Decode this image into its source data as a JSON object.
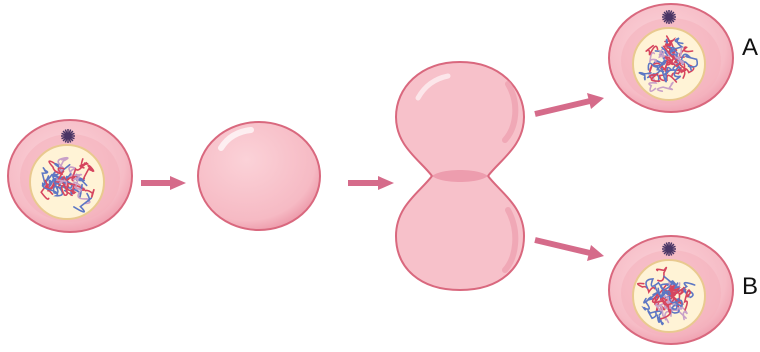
{
  "labels": {
    "a": "A",
    "b": "B"
  },
  "colors": {
    "cell_fill": "#f7c6cd",
    "cell_inner": "#f4aab6",
    "cell_outline": "#d9687e",
    "nucleus_fill": "#fff3d6",
    "nucleus_outline": "#e9c98f",
    "chromatin_red": "#d6455e",
    "chromatin_blue": "#5d77c4",
    "centrosome": "#4a3565",
    "arrow": "#d56b8a",
    "label_text": "#111111"
  },
  "icons": [
    "parent-cell",
    "rounded-cell",
    "dividing-cell",
    "daughter-cell-a",
    "daughter-cell-b",
    "arrow-right-icon",
    "centrosome-icon"
  ]
}
